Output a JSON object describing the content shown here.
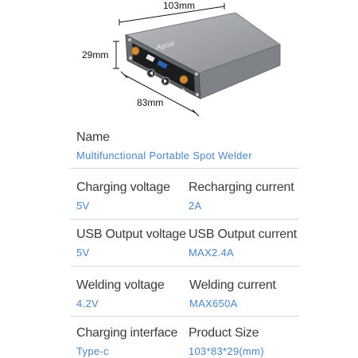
{
  "dimensions": {
    "length": "103mm",
    "height": "29mm",
    "width": "83mm"
  },
  "device": {
    "brand": "Agoal",
    "plus_marker": "+"
  },
  "name": {
    "label": "Name",
    "value": "Multifunctional Portable Spot Welder"
  },
  "specs": [
    [
      {
        "label": "Charging voltage",
        "value": "5V"
      },
      {
        "label": "Recharging current",
        "value": "2A"
      }
    ],
    [
      {
        "label": "USB Output voltage",
        "value": "5V"
      },
      {
        "label": "USB Output current",
        "value": "MAX2.4A"
      }
    ],
    [
      {
        "label": "Welding voltage",
        "value": "4.2V"
      },
      {
        "label": "Welding current",
        "value": "MAX650A"
      }
    ],
    [
      {
        "label": "Charging interface",
        "value": "Type-c"
      },
      {
        "label": "Product Size",
        "value": "103*83*29(mm)"
      }
    ]
  ],
  "colors": {
    "value_text": "#4a86c5",
    "label_text": "#3a3a3a",
    "device_body": "#8f9297"
  }
}
